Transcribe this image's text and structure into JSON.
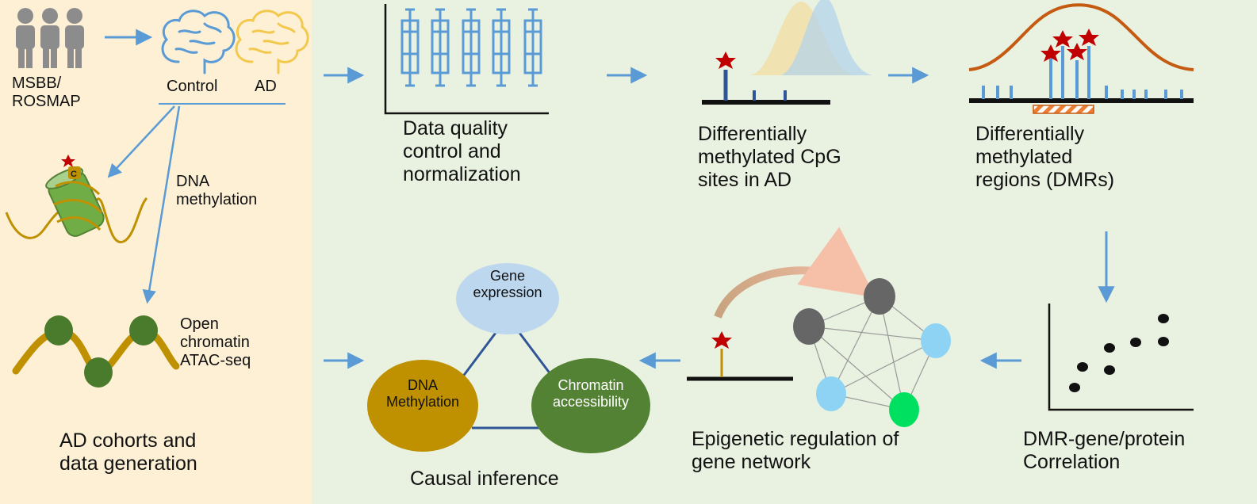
{
  "cohort": {
    "source": "MSBB/\nROSMAP",
    "control": "Control",
    "ad": "AD",
    "dna_methylation": "DNA\nmethylation",
    "open_chromatin": "Open\nchromatin\nATAC-seq",
    "cytosine_mark": "C",
    "title": "AD cohorts and\ndata generation"
  },
  "steps": {
    "qc": "Data quality\ncontrol and\nnormalization",
    "dm_cpg": "Differentially\nmethylated CpG\nsites in AD",
    "dmr": "Differentially\nmethylated\nregions (DMRs)",
    "correlation": "DMR-gene/protein\nCorrelation",
    "network": "Epigenetic regulation of\ngene network",
    "causal": "Causal inference"
  },
  "causal_nodes": {
    "gene_expression": "Gene\nexpression",
    "dna_methylation": "DNA\nMethylation",
    "chromatin": "Chromatin\naccessibility"
  },
  "colors": {
    "left_bg": "#fdf0d5",
    "right_bg": "#e9f1e1",
    "arrow": "#5b9bd5",
    "control_brain": "#5b9bd5",
    "ad_brain": "#f2c94c",
    "methyl_star": "#c00000",
    "dna_methylation_node": "#bf9000",
    "chromatin_node": "#548235",
    "gene_expression_node": "#bdd7ee",
    "network_gray": "#666666",
    "network_blue": "#8fd3f4",
    "network_green": "#00e060"
  }
}
